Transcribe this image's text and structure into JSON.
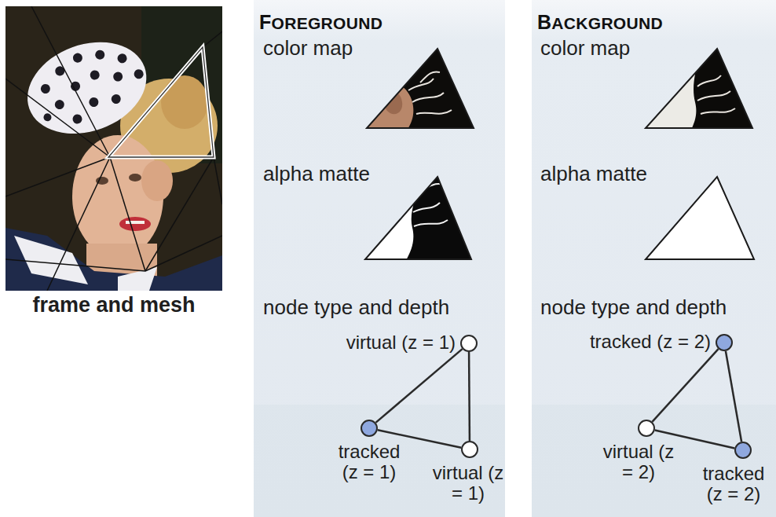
{
  "diagram": {
    "nodes": [
      {
        "text": [
          "FOREGROUND"
        ]
      },
      {
        "text": [
          "virtual (z = 1)"
        ],
        "in": 0
      },
      {
        "text": [
          "tracked (z = 1)"
        ],
        "in": 0
      },
      {
        "text": [
          "virtual (z = 1)"
        ],
        "in": 0
      },
      {
        "text": [
          "BACKGROUND"
        ]
      },
      {
        "text": [
          "tracked (z = 2)"
        ],
        "in": 4
      },
      {
        "text": [
          "virtual (z = 2)"
        ],
        "in": 4
      },
      {
        "text": [
          "tracked (z = 2)"
        ],
        "in": 4
      }
    ],
    "edges": [
      {
        "from": 1,
        "to": 2,
        "arrow": "none"
      },
      {
        "from": 2,
        "to": 3,
        "arrow": "none"
      },
      {
        "from": 3,
        "to": 1,
        "arrow": "none"
      },
      {
        "from": 5,
        "to": 6,
        "arrow": "none"
      },
      {
        "from": 6,
        "to": 7,
        "arrow": "none"
      },
      {
        "from": 7,
        "to": 5,
        "arrow": "none"
      }
    ],
    "labels": [
      "frame and mesh",
      "color map",
      "alpha matte",
      "node type and depth",
      "color map",
      "alpha matte",
      "node type and depth"
    ]
  }
}
